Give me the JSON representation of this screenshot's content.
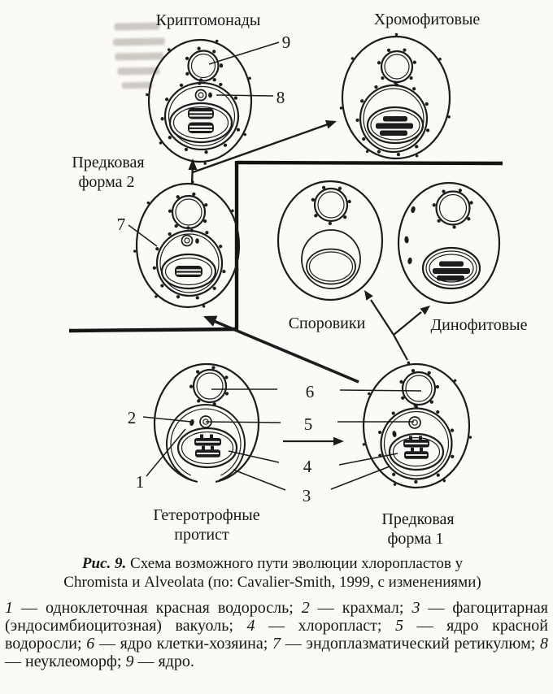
{
  "figure": {
    "labels": {
      "cryptomonads": "Криптомонады",
      "chromophytes": "Хромофитовые",
      "ancestral_form_2_line1": "Предковая",
      "ancestral_form_2_line2": "форма 2",
      "sporozoans": "Споровики",
      "dinophytes": "Динофитовые",
      "heterotrophic_protist_line1": "Гетеротрофные",
      "heterotrophic_protist_line2": "протист",
      "ancestral_form_1_line1": "Предковая",
      "ancestral_form_1_line2": "форма 1"
    },
    "callouts": {
      "n1": "1",
      "n2": "2",
      "n3": "3",
      "n4": "4",
      "n5": "5",
      "n6": "6",
      "n7": "7",
      "n8": "8",
      "n9": "9"
    }
  },
  "caption": {
    "figure_label": "Рис. 9.",
    "line1": "Схема возможного пути эволюции хлоропластов у",
    "line2": "Chromista и Alveolata (по: Cavalier-Smith, 1999, с изменениями)"
  },
  "legend": {
    "items": [
      {
        "num": "1",
        "text": " — одноклеточная красная водоросль; "
      },
      {
        "num": "2",
        "text": " — крахмал; "
      },
      {
        "num": "3",
        "text": " — фагоцитарная (эндосимбиоцитозная) вакуоль; "
      },
      {
        "num": "4",
        "text": " — хлоропласт; "
      },
      {
        "num": "5",
        "text": " — ядро красной водоросли; "
      },
      {
        "num": "6",
        "text": " — ядро клетки-хозяина; "
      },
      {
        "num": "7",
        "text": " — эндоплазматический ретикулюм; "
      },
      {
        "num": "8",
        "text": " — неуклеоморф; "
      },
      {
        "num": "9",
        "text": " — ядро."
      }
    ]
  },
  "colors": {
    "ink": "#1c1c1c",
    "paper": "#fbfaf7",
    "bleed_through": "#bdb9b1"
  }
}
